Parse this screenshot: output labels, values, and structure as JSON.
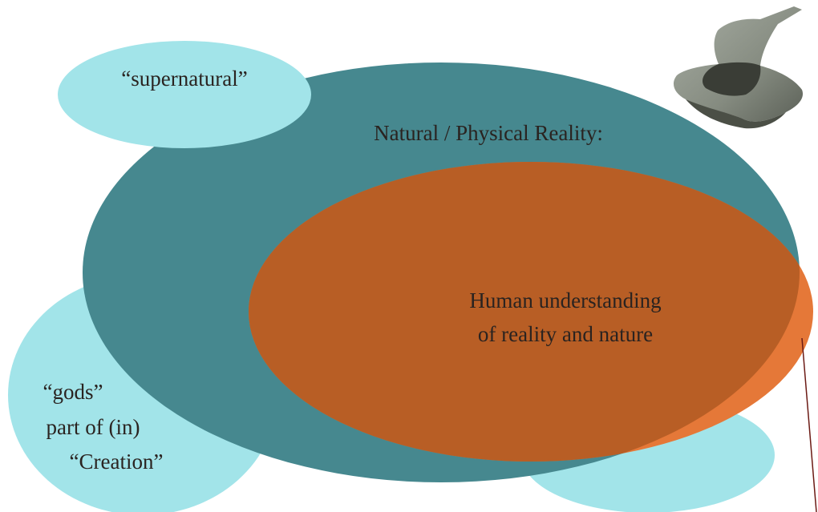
{
  "labels": {
    "supernatural": "“supernatural”",
    "natural": "Natural / Physical Reality:",
    "human_line1": "Human understanding",
    "human_line2": "of reality and nature",
    "gods_line1": "“gods”",
    "gods_line2": "part of (in)",
    "gods_line3": "“Creation”"
  },
  "colors": {
    "light_cyan": "#a2e4e9",
    "teal": "#46888f",
    "orange": "#e57838",
    "orange_overlap": "#b85e25",
    "pointer_line": "#6b1a14"
  },
  "icons": [
    "wizard-hat-icon"
  ]
}
